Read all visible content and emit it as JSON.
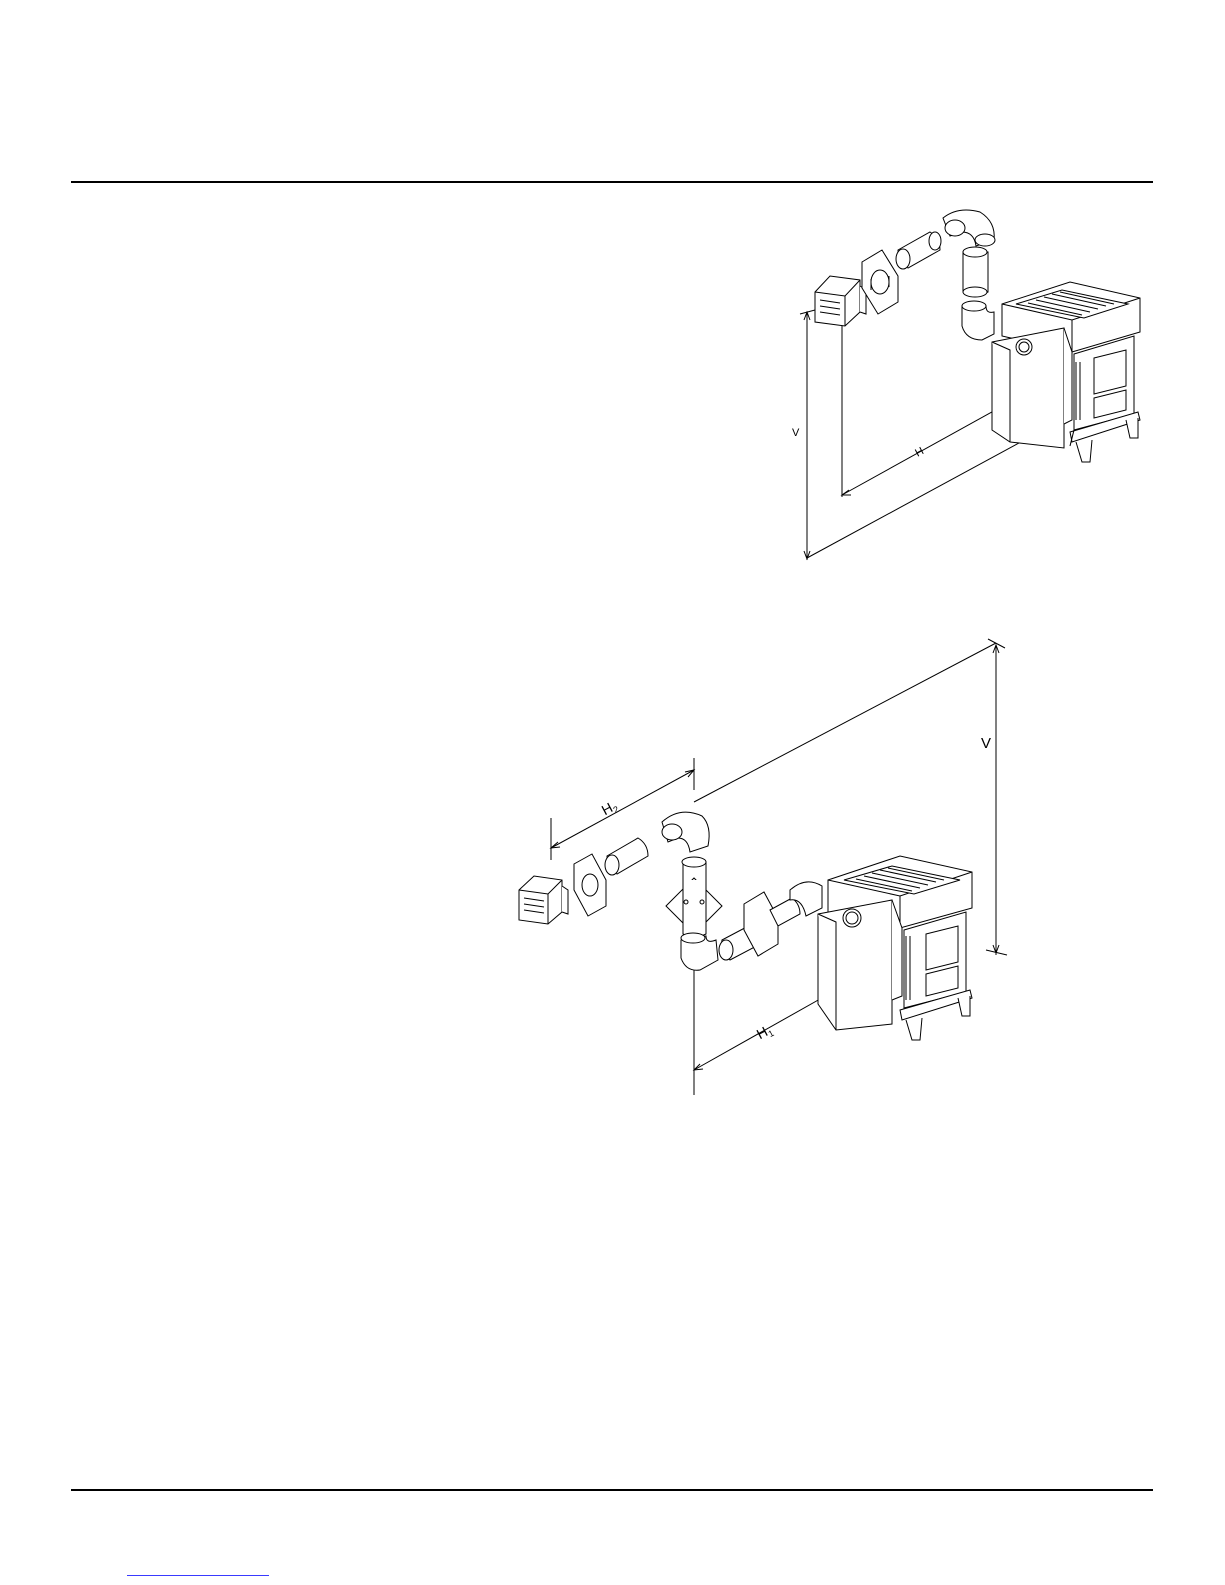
{
  "figure_top": {
    "label_vertical": "V",
    "label_horizontal": "H"
  },
  "figure_bottom": {
    "label_vertical": "V",
    "label_h2": "H",
    "label_h2_sub": "2",
    "label_h1": "H",
    "label_h1_sub": "1"
  }
}
